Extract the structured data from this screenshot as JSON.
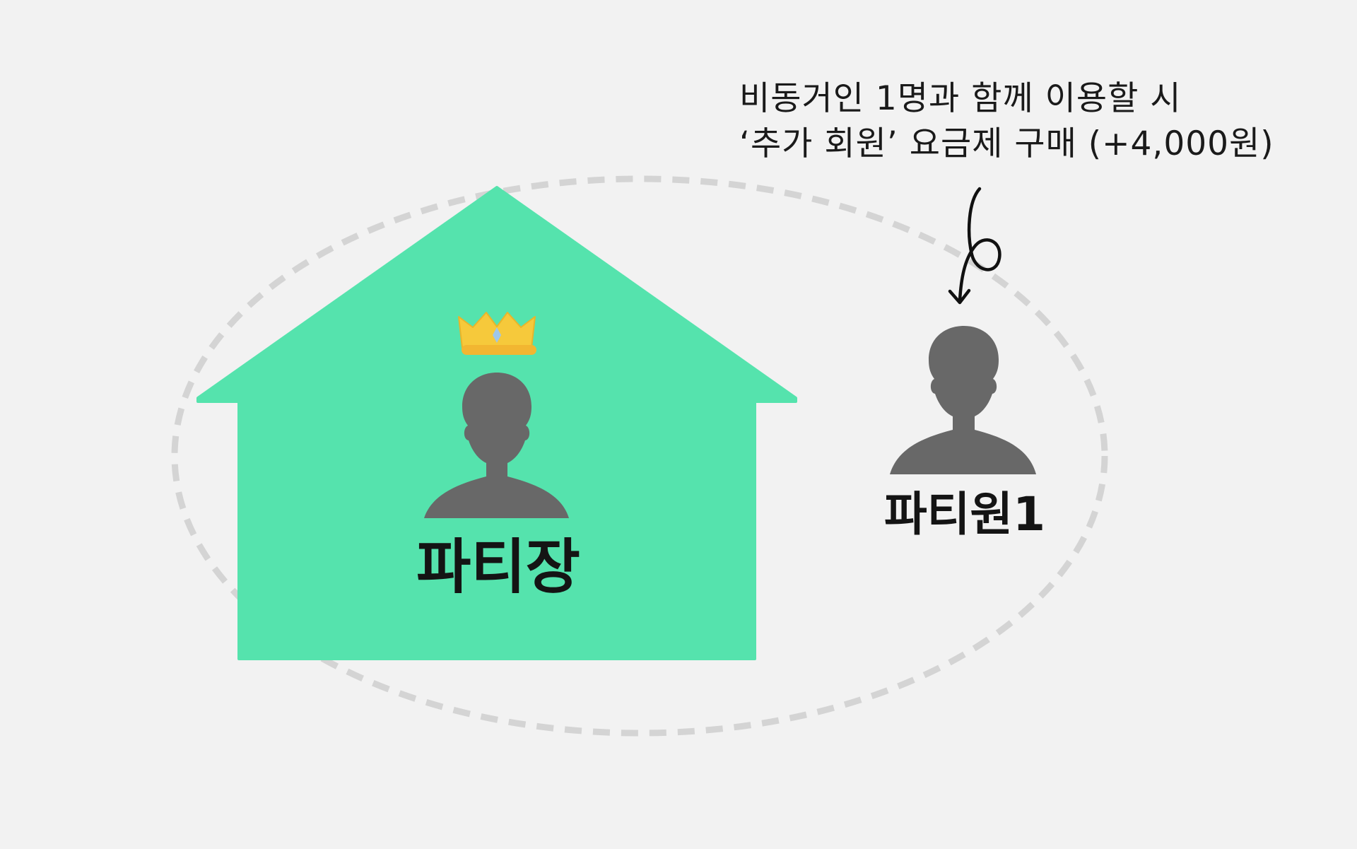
{
  "annotation": {
    "line1": "비동거인 1명과 함께 이용할 시",
    "line2": "‘추가 회원’ 요금제 구매 (+4,000원)"
  },
  "members": {
    "owner_label": "파티장",
    "member_label": "파티원1"
  },
  "colors": {
    "background": "#f2f2f2",
    "house": "#55e3ad",
    "person": "#686868",
    "dashed_ellipse": "#d4d4d4",
    "crown": "#f6c93b",
    "text": "#141414"
  },
  "icons": [
    "house-icon",
    "crown-icon",
    "person-icon",
    "curly-arrow-icon"
  ]
}
